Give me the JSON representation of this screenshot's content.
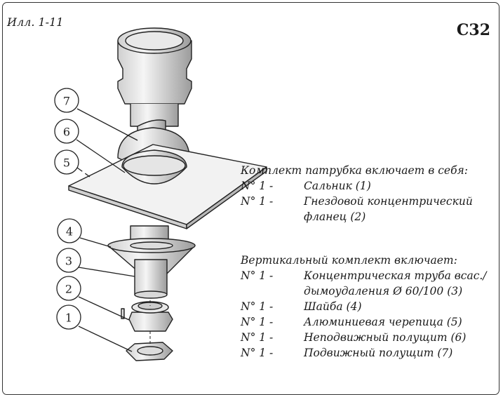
{
  "figure_label": "Илл. 1-11",
  "model_code": "C32",
  "callouts": [
    "1",
    "2",
    "3",
    "4",
    "5",
    "6",
    "7"
  ],
  "nozzle_kit": {
    "heading": "Комплект патрубка включает в себя:",
    "items": [
      {
        "qty": "N° 1 -",
        "desc": "Сальник (1)"
      },
      {
        "qty": "N° 1 -",
        "desc": "Гнездовой концентрический\nфланец (2)"
      }
    ]
  },
  "vertical_kit": {
    "heading": "Вертикальный комплект включает:",
    "items": [
      {
        "qty": "N° 1 -",
        "desc": "Концентрическая труба всас./\nдымоудаления Ø 60/100 (3)"
      },
      {
        "qty": "N° 1 -",
        "desc": "Шайба (4)"
      },
      {
        "qty": "N° 1 -",
        "desc": "Алюминиевая черепица (5)"
      },
      {
        "qty": "N° 1 -",
        "desc": "Неподвижный полущит (6)"
      },
      {
        "qty": "N° 1 -",
        "desc": "Подвижный полущит (7)"
      }
    ]
  }
}
